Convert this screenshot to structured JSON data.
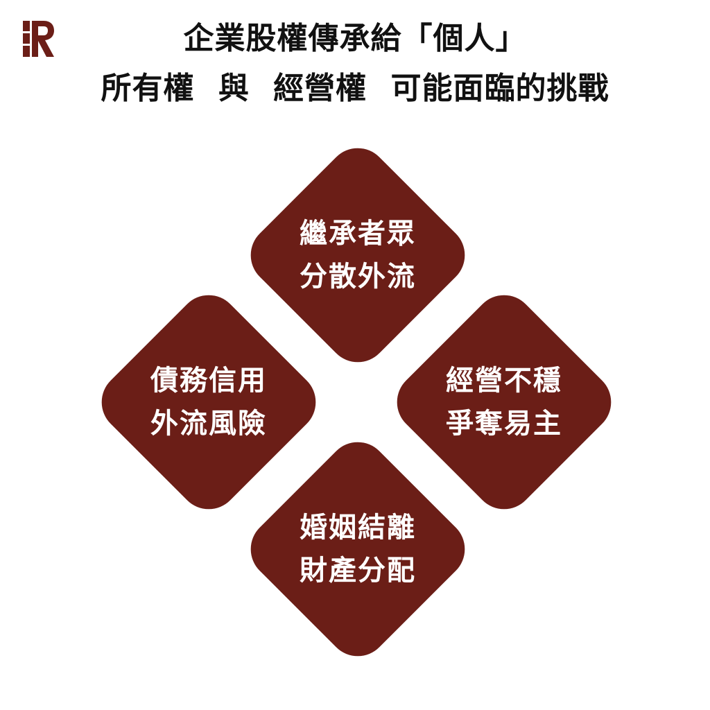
{
  "header": {
    "title_line1": "企業股權傳承給「個人」",
    "title_line2": "所有權 與 經營權 可能面臨的挑戰",
    "logo_icon": "r-letter-logo",
    "logo_color": "#6b1e17"
  },
  "theme": {
    "diamond_color": "#6b1e17",
    "text_color": "#ffffff",
    "title_color": "#111111"
  },
  "challenges": {
    "top": {
      "line1": "繼承者眾",
      "line2": "分散外流"
    },
    "left": {
      "line1": "債務信用",
      "line2": "外流風險"
    },
    "right": {
      "line1": "經營不穩",
      "line2": "爭奪易主"
    },
    "bottom": {
      "line1": "婚姻結離",
      "line2": "財產分配"
    }
  }
}
